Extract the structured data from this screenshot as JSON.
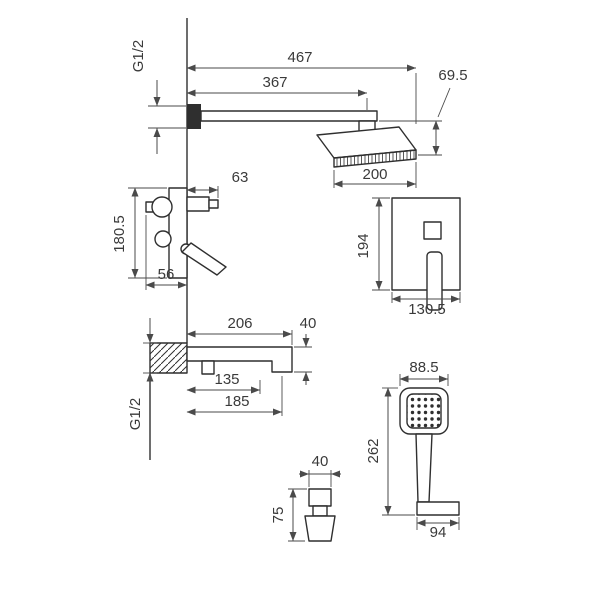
{
  "colors": {
    "line": "#2f2f2f",
    "dimension": "#4a4a4a",
    "text": "#3a3a3a",
    "background": "#ffffff"
  },
  "labels": {
    "thread_top": "G1/2",
    "dim_total_reach": "467",
    "dim_arm_reach": "367",
    "dim_head_drop": "69.5",
    "dim_head_width": "200",
    "dim_mixer_height": "180.5",
    "dim_mixer_stub": "63",
    "dim_mixer_depth": "56",
    "dim_plate_height": "194",
    "dim_plate_width": "130.5",
    "dim_spout_length": "206",
    "dim_spout_height": "40",
    "dim_spout_a": "135",
    "dim_spout_b": "185",
    "thread_bottom": "G1/2",
    "dim_elbow_width": "40",
    "dim_elbow_height": "75",
    "dim_handshower_width": "88.5",
    "dim_handshower_length": "262",
    "dim_handshower_foot": "94"
  }
}
